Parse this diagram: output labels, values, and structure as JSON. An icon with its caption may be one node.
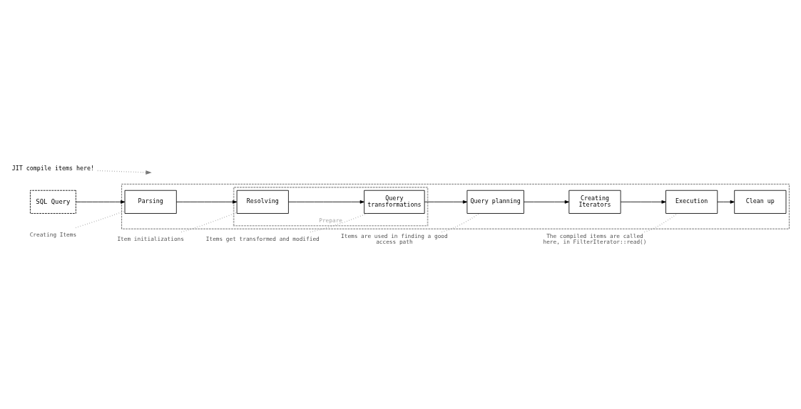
{
  "diagram": {
    "nodes": [
      {
        "text": [
          "SQL Query"
        ]
      },
      {
        "text": [],
        "shape": "box"
      },
      {
        "text": [
          "Parsing"
        ],
        "in": 1
      },
      {
        "text": [
          "Prepare"
        ],
        "in": 1
      },
      {
        "text": [
          "Resolving"
        ],
        "in": 3
      },
      {
        "text": [
          "Query transformations"
        ],
        "in": 3
      },
      {
        "text": [
          "Query planning"
        ],
        "in": 1
      },
      {
        "text": [
          "Creating Iterators"
        ],
        "in": 1
      },
      {
        "text": [
          "Execution"
        ],
        "in": 1
      },
      {
        "text": [
          "Clean up"
        ],
        "in": 1
      },
      {
        "text": [
          "Creating Items"
        ]
      },
      {
        "text": [
          "Item initializations"
        ]
      },
      {
        "text": [
          "Items get transformed and modified"
        ]
      },
      {
        "text": [
          "Items are used in finding a good access path"
        ]
      },
      {
        "text": [
          "JIT compile items here!"
        ]
      },
      {
        "text": [
          "The compiled items are called here, in FilterIterator::read()"
        ]
      }
    ],
    "edges": [
      {
        "from": 0,
        "to": 2,
        "arrow": "to"
      },
      {
        "from": 2,
        "to": 4,
        "arrow": "to"
      },
      {
        "from": 4,
        "to": 5,
        "arrow": "to"
      },
      {
        "from": 5,
        "to": 6,
        "arrow": "to"
      },
      {
        "from": 6,
        "to": 7,
        "arrow": "to"
      },
      {
        "from": 7,
        "to": 8,
        "arrow": "to"
      },
      {
        "from": 8,
        "to": 9,
        "arrow": "to"
      },
      {
        "from": 10,
        "to": 2,
        "arrow": "none",
        "style": "dashed",
        "color": "#888888"
      },
      {
        "from": 11,
        "to": 4,
        "arrow": "none",
        "style": "dashed",
        "color": "#888888"
      },
      {
        "from": 12,
        "to": 5,
        "arrow": "none",
        "style": "dashed",
        "color": "#888888"
      },
      {
        "from": 13,
        "to": 6,
        "arrow": "none",
        "style": "dashed",
        "color": "#888888"
      },
      {
        "from": 14,
        "to": null,
        "arrow": "to",
        "style": "dashed",
        "color": "#777777"
      },
      {
        "from": 15,
        "to": 8,
        "arrow": "none",
        "style": "dashed",
        "color": "#888888"
      }
    ]
  }
}
